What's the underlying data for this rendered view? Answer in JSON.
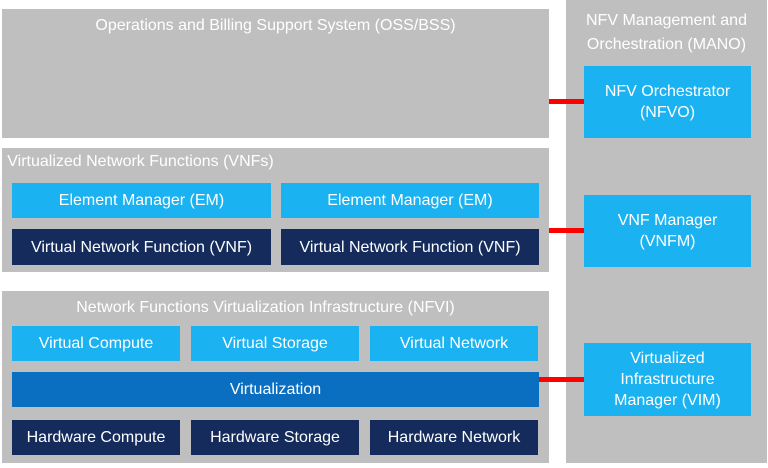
{
  "colors": {
    "panel": "#bfbfbf",
    "light_blue": "#1ab2f0",
    "mid_blue": "#0a6fc0",
    "dark_blue": "#142b5b",
    "connector": "#ff0000"
  },
  "oss_bss": {
    "title": "Operations and Billing Support System (OSS/BSS)"
  },
  "mano": {
    "title_line1": "NFV Management and",
    "title_line2": "Orchestration (MANO)",
    "nfvo": {
      "line1": "NFV Orchestrator",
      "line2": "(NFVO)"
    },
    "vnfm": {
      "line1": "VNF Manager",
      "line2": "(VNFM)"
    },
    "vim": {
      "line1": "Virtualized",
      "line2": "Infrastructure",
      "line3": "Manager (VIM)"
    }
  },
  "vnfs": {
    "title": "Virtualized Network Functions (VNFs)",
    "em_left": "Element Manager (EM)",
    "em_right": "Element Manager (EM)",
    "vnf_left": "Virtual Network Function (VNF)",
    "vnf_right": "Virtual Network Function (VNF)"
  },
  "nfvi": {
    "title": "Network Functions Virtualization Infrastructure (NFVI)",
    "virtual_compute": "Virtual Compute",
    "virtual_storage": "Virtual Storage",
    "virtual_network": "Virtual Network",
    "virtualization": "Virtualization",
    "hardware_compute": "Hardware Compute",
    "hardware_storage": "Hardware Storage",
    "hardware_network": "Hardware Network"
  }
}
